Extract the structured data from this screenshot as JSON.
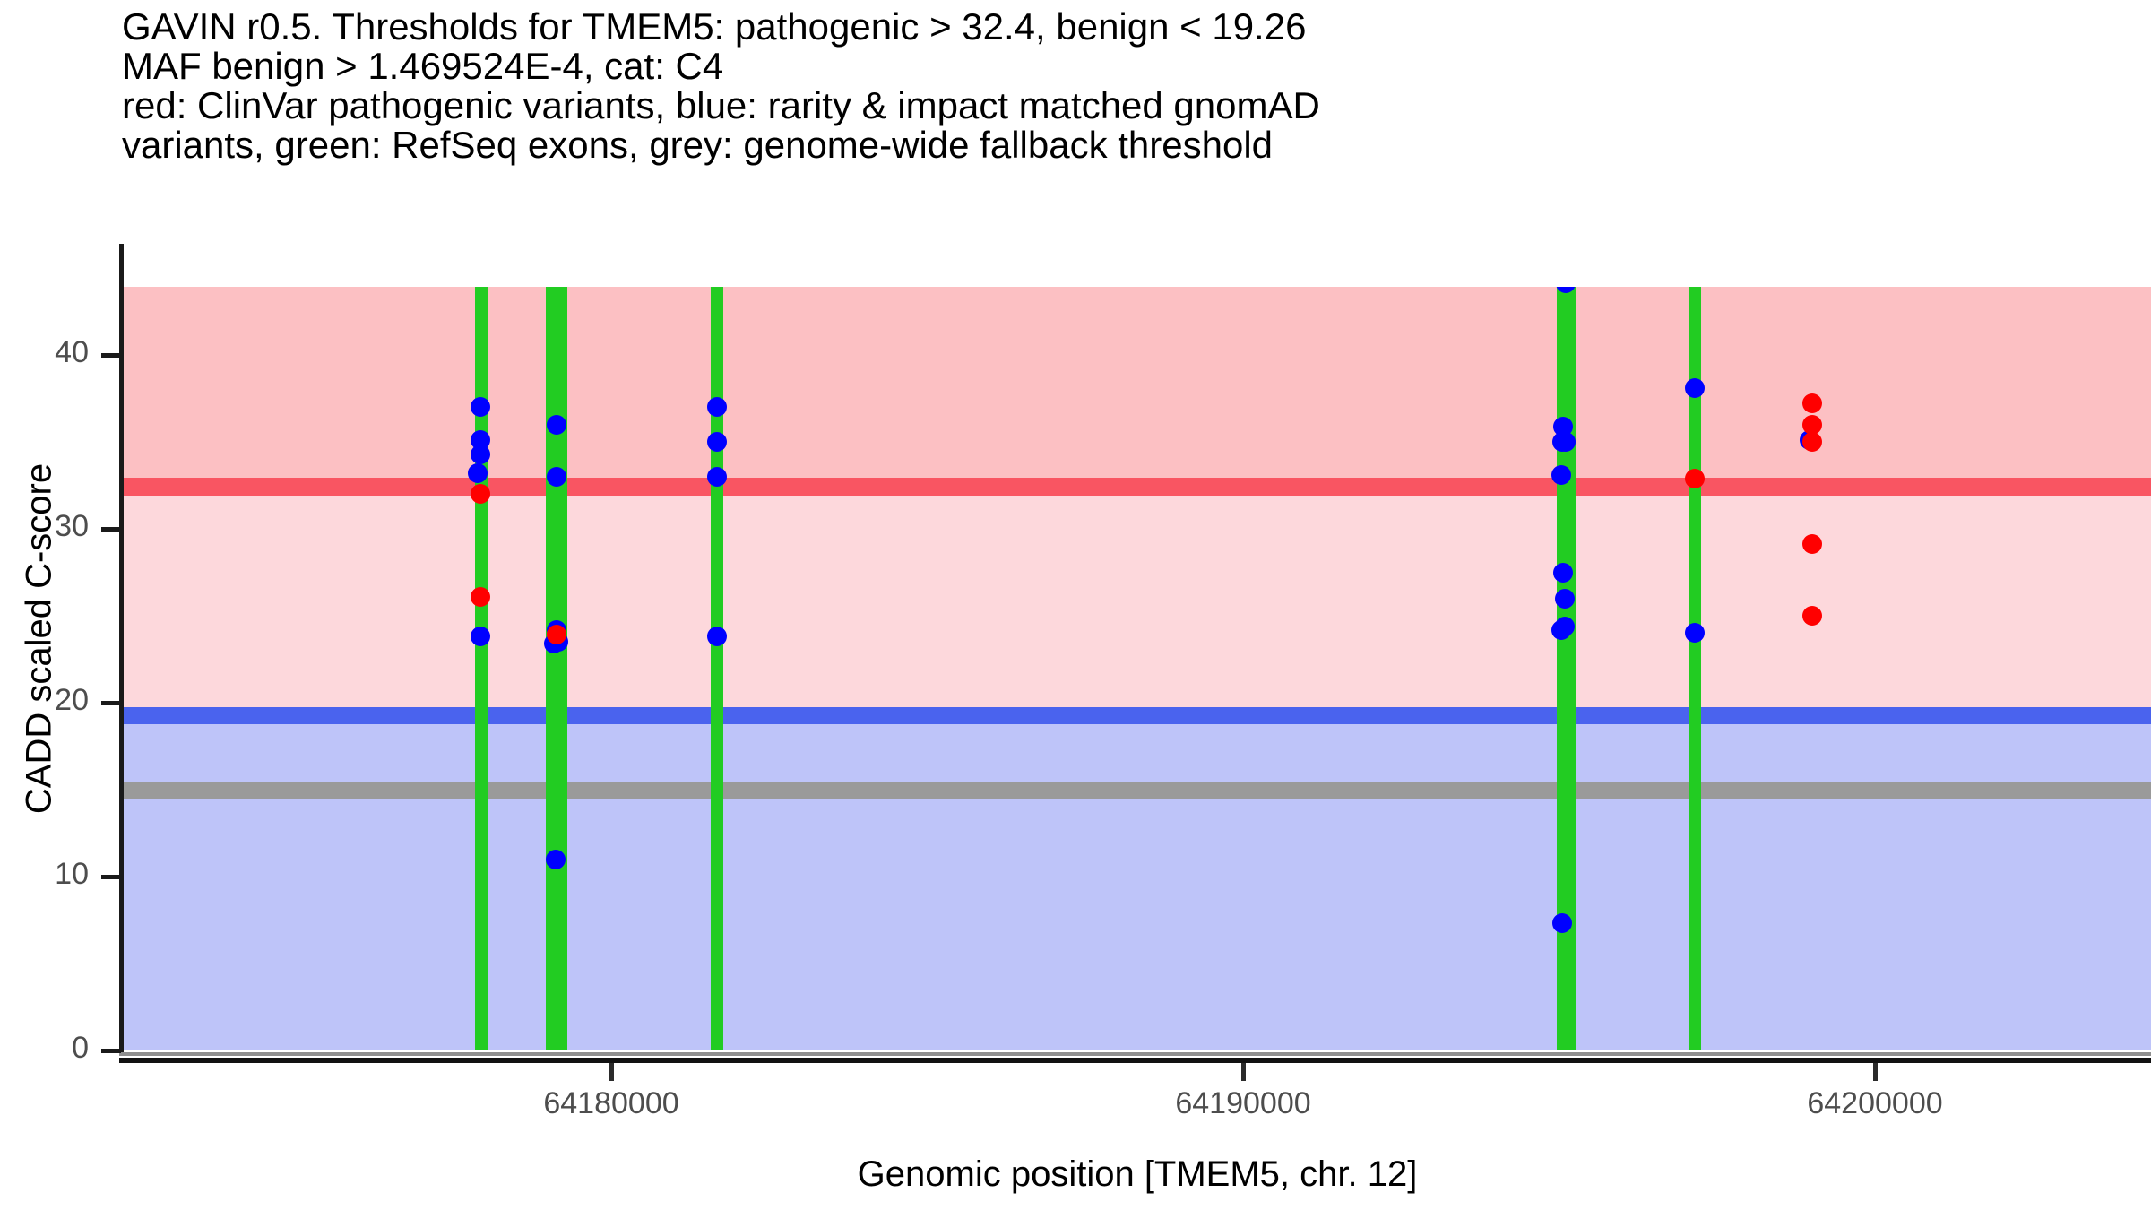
{
  "title": {
    "lines": [
      "GAVIN r0.5. Thresholds for TMEM5: pathogenic > 32.4, benign < 19.26",
      "MAF benign > 1.469524E-4, cat: C4",
      "red: ClinVar pathogenic variants, blue: rarity & impact matched gnomAD",
      "variants, green: RefSeq exons, grey: genome-wide fallback threshold"
    ]
  },
  "axes": {
    "y_label": "CADD scaled C-score",
    "x_label": "Genomic position [TMEM5, chr. 12]",
    "y_ticks": [
      0,
      10,
      20,
      30,
      40
    ],
    "y_tick_labels": [
      "0",
      "10",
      "20",
      "30",
      "40"
    ],
    "x_ticks": [
      64180000,
      64190000,
      64200000
    ],
    "x_tick_labels": [
      "64180000",
      "64190000",
      "64200000"
    ],
    "xlim": [
      64176600,
      64208700
    ],
    "ylim": [
      0,
      44.7
    ]
  },
  "colors": {
    "pathogenic_band": "#fcc0c3",
    "pathogenic_line": "#f95562",
    "vus_band": "#fdd8dc",
    "benign_line": "#4a63ee",
    "benign_band": "#bec4f9",
    "fallback_line": "#9a9a9a",
    "exon": "#22cc22",
    "clinvar_point": "#ff0000",
    "gnomad_point": "#0000ff",
    "tick_label": "#4d4d4d",
    "axis": "#1a1a1a",
    "text": "#000000"
  },
  "thresholds": {
    "pathogenic": 32.4,
    "benign": 19.26,
    "genome_wide_fallback": 15.0,
    "maf_benign": "1.469524E-4",
    "category": "C4",
    "gene": "TMEM5",
    "chromosome": "12",
    "version": "r0.5"
  },
  "chart_data": {
    "type": "scatter",
    "title": "GAVIN r0.5. Thresholds for TMEM5: pathogenic > 32.4, benign < 19.26",
    "xlabel": "Genomic position [TMEM5, chr. 12]",
    "ylabel": "CADD scaled C-score",
    "xlim": [
      64176600,
      64208700
    ],
    "ylim": [
      0,
      44.7
    ],
    "grid": false,
    "legend": "none",
    "hlines": [
      {
        "name": "pathogenic threshold",
        "y": 32.4,
        "color": "#f95562"
      },
      {
        "name": "benign threshold",
        "y": 19.26,
        "color": "#4a63ee"
      },
      {
        "name": "genome-wide fallback threshold",
        "y": 15.0,
        "color": "#9a9a9a"
      }
    ],
    "bands": [
      {
        "name": "pathogenic zone",
        "y0": 32.4,
        "y1": 44.7,
        "color": "#fcc0c3"
      },
      {
        "name": "VUS zone",
        "y0": 19.26,
        "y1": 32.4,
        "color": "#fdd8dc"
      },
      {
        "name": "benign zone",
        "y0": 0,
        "y1": 19.26,
        "color": "#bec4f9"
      }
    ],
    "exons": [
      {
        "name": "RefSeq exon",
        "x": 64177945
      },
      {
        "name": "RefSeq exon",
        "x": 64179070
      },
      {
        "name": "RefSeq exon",
        "x": 64179200
      },
      {
        "name": "RefSeq exon",
        "x": 64181680
      },
      {
        "name": "RefSeq exon",
        "x": 64195070
      },
      {
        "name": "RefSeq exon",
        "x": 64195170
      },
      {
        "name": "RefSeq exon",
        "x": 64197150
      }
    ],
    "series": [
      {
        "name": "ClinVar pathogenic variants",
        "color": "#ff0000",
        "marker": "circle",
        "points": [
          {
            "x": 64177930,
            "y": 32.0
          },
          {
            "x": 64177930,
            "y": 26.1
          },
          {
            "x": 64179135,
            "y": 23.9
          },
          {
            "x": 64197150,
            "y": 32.9
          },
          {
            "x": 64199000,
            "y": 37.2
          },
          {
            "x": 64199000,
            "y": 36.0
          },
          {
            "x": 64199000,
            "y": 35.0
          },
          {
            "x": 64199000,
            "y": 29.1
          },
          {
            "x": 64199000,
            "y": 25.0
          }
        ]
      },
      {
        "name": "rarity & impact matched gnomAD variants",
        "color": "#0000ff",
        "marker": "circle",
        "points": [
          {
            "x": 64177930,
            "y": 37.0
          },
          {
            "x": 64177930,
            "y": 35.1
          },
          {
            "x": 64177930,
            "y": 34.3
          },
          {
            "x": 64177890,
            "y": 33.2
          },
          {
            "x": 64177930,
            "y": 23.8
          },
          {
            "x": 64179135,
            "y": 36.0
          },
          {
            "x": 64179135,
            "y": 33.0
          },
          {
            "x": 64179135,
            "y": 24.2
          },
          {
            "x": 64179090,
            "y": 23.4
          },
          {
            "x": 64179165,
            "y": 23.5
          },
          {
            "x": 64179120,
            "y": 11.0
          },
          {
            "x": 64181680,
            "y": 37.0
          },
          {
            "x": 64181680,
            "y": 35.0
          },
          {
            "x": 64181680,
            "y": 33.0
          },
          {
            "x": 64181680,
            "y": 23.8
          },
          {
            "x": 64195100,
            "y": 44.1
          },
          {
            "x": 64195070,
            "y": 35.9
          },
          {
            "x": 64195055,
            "y": 35.0
          },
          {
            "x": 64195110,
            "y": 35.0
          },
          {
            "x": 64195040,
            "y": 33.1
          },
          {
            "x": 64195070,
            "y": 27.5
          },
          {
            "x": 64195090,
            "y": 26.0
          },
          {
            "x": 64195035,
            "y": 24.2
          },
          {
            "x": 64195090,
            "y": 24.4
          },
          {
            "x": 64195055,
            "y": 7.3
          },
          {
            "x": 64197150,
            "y": 38.1
          },
          {
            "x": 64197150,
            "y": 24.0
          },
          {
            "x": 64198960,
            "y": 35.1
          }
        ]
      }
    ]
  }
}
